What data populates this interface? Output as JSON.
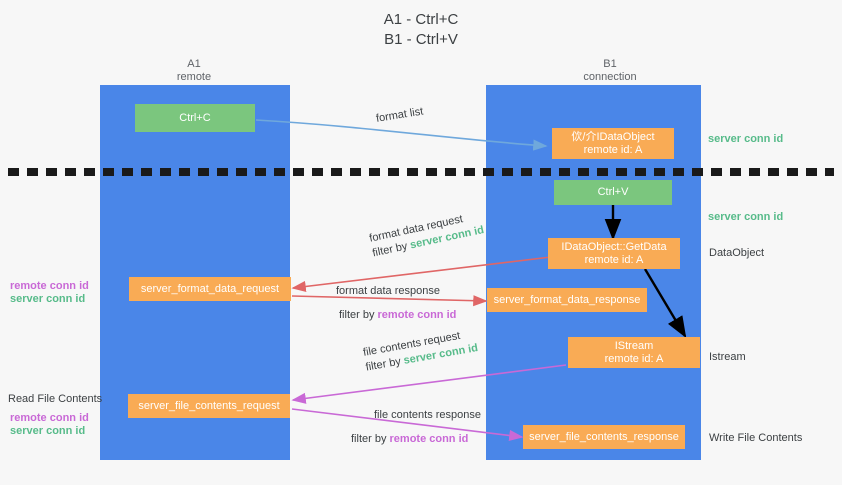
{
  "title": {
    "line1": "A1 - Ctrl+C",
    "line2": "B1 - Ctrl+V"
  },
  "lanes": [
    {
      "name": "A1",
      "subtitle": "remote"
    },
    {
      "name": "B1",
      "subtitle": "connection"
    }
  ],
  "colors": {
    "lane": "#4a86e8",
    "green_node": "#7bc67e",
    "orange_node": "#f9ab55",
    "server_conn_id": "#57bb8a",
    "remote_conn_id": "#c969d6",
    "arrow_blue": "#6fa8dc",
    "arrow_red": "#e06666",
    "arrow_magenta": "#c969d6",
    "arrow_black": "#000000",
    "background": "#f7f7f7",
    "text": "#3c4043"
  },
  "nodes": {
    "ctrl_c": {
      "label": "Ctrl+C"
    },
    "set_idataobject": {
      "line1": "佽/介IDataObject",
      "line2": "remote id: A"
    },
    "ctrl_v": {
      "label": "Ctrl+V"
    },
    "getdata": {
      "line1": "IDataObject::GetData",
      "line2": "remote id: A"
    },
    "istream": {
      "line1": "IStream",
      "line2": "remote id: A"
    },
    "server_format_data_request": {
      "label": "server_format_data_request"
    },
    "server_format_data_response": {
      "label": "server_format_data_response"
    },
    "server_file_contents_request": {
      "label": "server_file_contents_request"
    },
    "server_file_contents_response": {
      "label": "server_file_contents_response"
    }
  },
  "edge_labels": {
    "format_list": {
      "line1": "format list"
    },
    "format_data_request": {
      "line1": "format data request",
      "prefix": "filter by ",
      "highlight": "server conn id",
      "highlight_kind": "server"
    },
    "format_data_response": {
      "line1": "format data response",
      "prefix": "filter by ",
      "highlight": "remote conn id",
      "highlight_kind": "remote"
    },
    "file_contents_request": {
      "line1": "file contents request",
      "prefix": "filter by ",
      "highlight": "server conn id",
      "highlight_kind": "server"
    },
    "file_contents_response": {
      "line1": "file contents response",
      "prefix": "filter by ",
      "highlight": "remote conn id",
      "highlight_kind": "remote"
    }
  },
  "annotations": {
    "right": [
      {
        "text": "server conn id",
        "kind": "server"
      },
      {
        "text": "server conn id",
        "kind": "server"
      },
      {
        "text": "DataObject",
        "kind": "plain"
      },
      {
        "text": "Istream",
        "kind": "plain"
      },
      {
        "text": "Write File Contents",
        "kind": "plain"
      }
    ],
    "left": [
      {
        "text": "remote conn id",
        "kind": "remote"
      },
      {
        "text": "server conn id",
        "kind": "server"
      },
      {
        "text": "Read File Contents",
        "kind": "plain"
      },
      {
        "text": "remote conn id",
        "kind": "remote"
      },
      {
        "text": "server conn id",
        "kind": "server"
      }
    ]
  }
}
